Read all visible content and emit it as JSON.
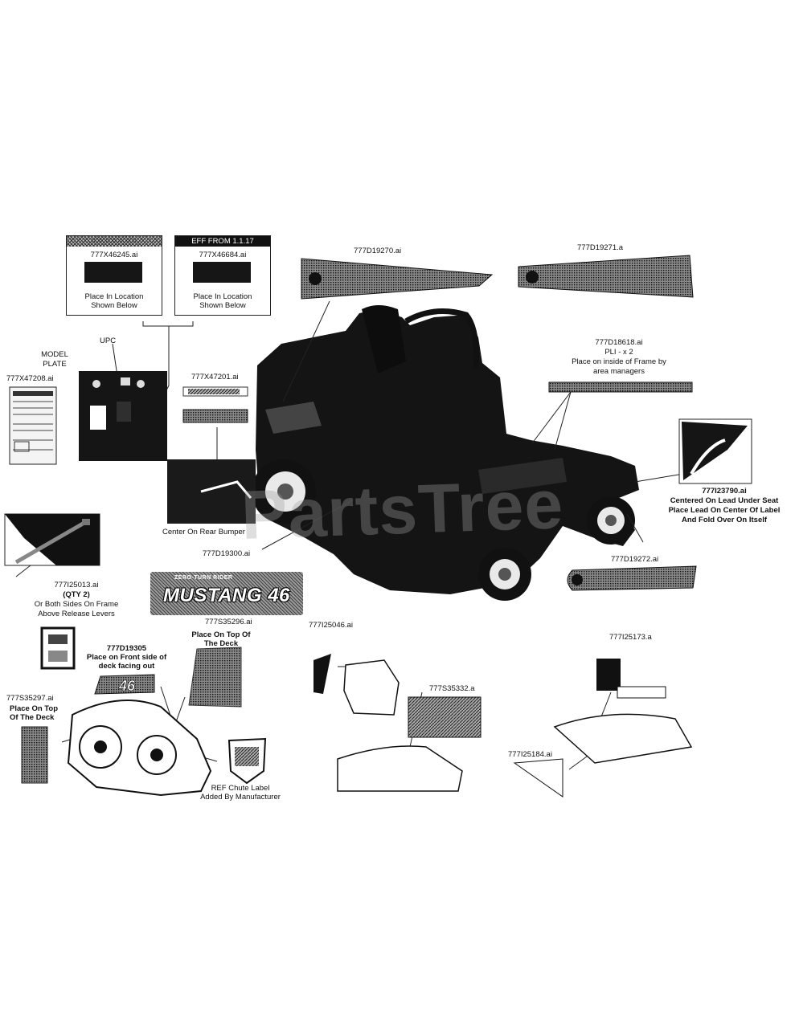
{
  "watermark": "PartsTree",
  "labels": {
    "x46245": {
      "part": "777X46245.ai",
      "line1": "Place In Location",
      "line2": "Shown Below"
    },
    "x46684": {
      "header": "EFF FROM 1.1.17",
      "part": "777X46684.ai",
      "line1": "Place In Location",
      "line2": "Shown Below"
    },
    "upc": "UPC",
    "model_plate_1": "MODEL",
    "model_plate_2": "PLATE",
    "x47208": "777X47208.ai",
    "x47201": "777X47201.ai",
    "rear_bumper": "Center On Rear Bumper",
    "d19270": "777D19270.ai",
    "d19271": "777D19271.a",
    "d18618": {
      "part": "777D18618.ai",
      "line1": "PLI - x 2",
      "line2": "Place on inside of Frame by",
      "line3": "area managers"
    },
    "i23790": {
      "part": "777I23790.ai",
      "line1": "Centered On Lead Under Seat",
      "line2": "Place Lead On Center Of Label",
      "line3": "And Fold Over On Itself"
    },
    "d19300": "777D19300.ai",
    "d19272": "777D19272.ai",
    "i25013": {
      "part": "777I25013.ai",
      "qty": "(QTY 2)",
      "line1": "Or Both Sides On Frame",
      "line2": "Above Release Levers"
    },
    "mustang": {
      "sub": "ZERO-TURN RIDER",
      "name": "MUSTANG 46"
    },
    "s35296": {
      "part": "777S35296.ai",
      "line1": "Place On Top Of",
      "line2": "The Deck"
    },
    "d19305": {
      "part": "777D19305",
      "line1": "Place on Front side of",
      "line2": "deck facing out"
    },
    "s35297": {
      "part": "777S35297.ai",
      "line1": "Place On Top",
      "line2": "Of The Deck"
    },
    "ref_chute": {
      "line1": "REF Chute Label",
      "line2": "Added By Manufacturer"
    },
    "i25046": "777I25046.ai",
    "s35332": "777S35332.a",
    "i25173": "777I25173.a",
    "i25184": "777I25184.ai"
  }
}
